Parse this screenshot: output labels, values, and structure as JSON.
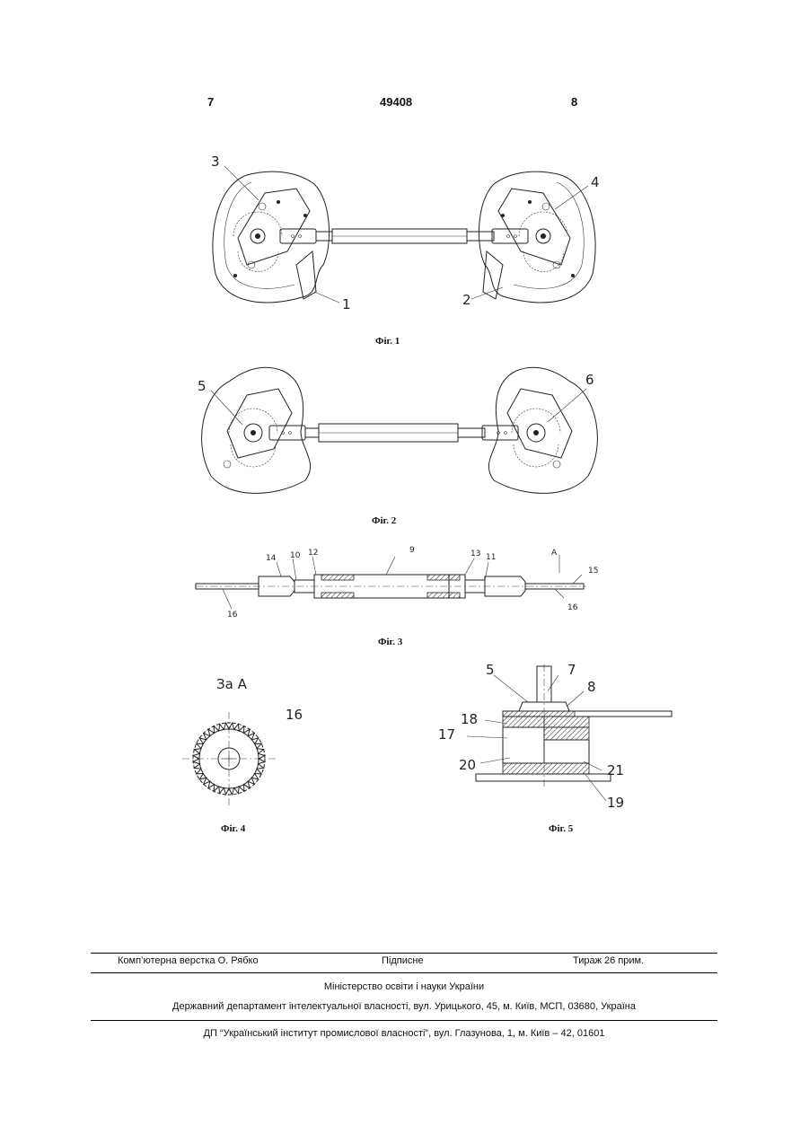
{
  "header": {
    "page_left": "7",
    "patent_number": "49408",
    "page_right": "8"
  },
  "figures": {
    "fig1": {
      "caption": "Фіг. 1",
      "labels": [
        "3",
        "4",
        "1",
        "2"
      ]
    },
    "fig2": {
      "caption": "Фіг. 2",
      "labels": [
        "5",
        "6"
      ]
    },
    "fig3": {
      "caption": "Фіг. 3",
      "labels": [
        "14",
        "10",
        "12",
        "9",
        "13",
        "11",
        "A",
        "15",
        "16",
        "16"
      ]
    },
    "fig4": {
      "caption": "Фіг. 4",
      "title": "За А",
      "labels": [
        "16"
      ]
    },
    "fig5": {
      "caption": "Фіг. 5",
      "labels": [
        "5",
        "7",
        "8",
        "18",
        "17",
        "20",
        "21",
        "19"
      ]
    }
  },
  "footer": {
    "typesetting": "Комп’ютерна верстка О. Рябко",
    "subscription": "Підписне",
    "circulation": "Тираж 26 прим.",
    "ministry": "Міністерство освіти і науки України",
    "department": "Державний департамент інтелектуальної власності, вул. Урицького, 45, м. Київ, МСП, 03680, Україна",
    "institute": "ДП “Український інститут промислової власності”, вул. Глазунова, 1, м. Київ – 42, 01601"
  }
}
